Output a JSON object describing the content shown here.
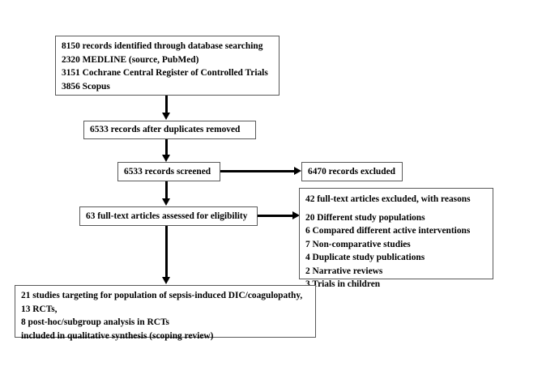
{
  "diagram": {
    "type": "prisma-flow-diagram",
    "title": "",
    "colors": {
      "background": "#ffffff",
      "box_border": "#595959",
      "connector": "#000000",
      "text": "#000000"
    },
    "nodes": {
      "identification": {
        "name": "records-identified-box",
        "lines": [
          "8150 records identified through database searching",
          "2320 MEDLINE (source, PubMed)",
          "3151 Cochrane Central Register of Controlled Trials",
          "3856 Scopus"
        ],
        "counts": {
          "total": 8150,
          "medline": 2320,
          "cochrane_central": 3151,
          "scopus": 3856
        }
      },
      "duplicates_removed": {
        "name": "records-after-duplicates-box",
        "text": "6533 records after duplicates removed",
        "count": 6533
      },
      "screened": {
        "name": "records-screened-box",
        "text": "6533 records screened",
        "count": 6533
      },
      "records_excluded": {
        "name": "records-excluded-box",
        "text": "6470 records excluded",
        "count": 6470
      },
      "eligibility": {
        "name": "full-text-assessed-box",
        "text": "63 full-text articles assessed for eligibility",
        "count": 63
      },
      "excluded_reasons": {
        "name": "full-text-excluded-reasons-box",
        "header": "42 full-text articles excluded, with reasons",
        "header_count": 42,
        "reasons": [
          "20 Different study populations",
          "6 Compared different active interventions",
          "7 Non-comparative studies",
          "4 Duplicate study publications",
          "2 Narrative reviews",
          "3 Trials in children"
        ],
        "reason_counts": [
          20,
          6,
          7,
          4,
          2,
          3
        ]
      },
      "included": {
        "name": "included-synthesis-box",
        "lines": [
          "21 studies targeting for population of sepsis-induced DIC/coagulopathy,",
          "13 RCTs,",
          "8 post-hoc/subgroup analysis in RCTs",
          "included in qualitative synthesis (scoping review)"
        ],
        "counts": {
          "studies": 21,
          "rcts": 13,
          "post_hoc_subgroup": 8
        }
      }
    }
  }
}
